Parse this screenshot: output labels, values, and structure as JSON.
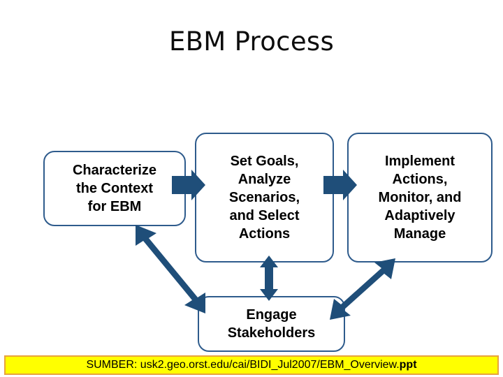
{
  "slide": {
    "title": "EBM Process",
    "background_color": "#ffffff"
  },
  "theme": {
    "box_border_color": "#2e5b8c",
    "arrow_color": "#1f4e79",
    "box_fill_color": "#ffffff",
    "text_color": "#000000",
    "footer_background_color": "#ffff00",
    "footer_border_color": "#e8a33d"
  },
  "diagram": {
    "type": "process-flow",
    "boxes": [
      {
        "id": "characterize",
        "label": "Characterize\nthe Context\nfor EBM"
      },
      {
        "id": "setgoals",
        "label": "Set Goals,\nAnalyze\nScenarios,\nand Select\nActions"
      },
      {
        "id": "implement",
        "label": "Implement\nActions,\nMonitor, and\nAdaptively\nManage"
      },
      {
        "id": "engage",
        "label": "Engage\nStakeholders"
      }
    ],
    "connectors": [
      {
        "id": "characterize-to-setgoals",
        "from": "characterize",
        "to": "setgoals",
        "direction": "one-way",
        "orientation": "horizontal"
      },
      {
        "id": "setgoals-to-implement",
        "from": "setgoals",
        "to": "implement",
        "direction": "one-way",
        "orientation": "horizontal"
      },
      {
        "id": "characterize-engage",
        "from": "characterize",
        "to": "engage",
        "direction": "two-way",
        "orientation": "diagonal-down-right"
      },
      {
        "id": "setgoals-engage",
        "from": "setgoals",
        "to": "engage",
        "direction": "two-way",
        "orientation": "vertical"
      },
      {
        "id": "implement-engage",
        "from": "implement",
        "to": "engage",
        "direction": "two-way",
        "orientation": "diagonal-down-left"
      }
    ]
  },
  "footer": {
    "source_prefix": "SUMBER: usk2.geo.orst.edu/cai/BIDI_Jul2007/EBM_Overview.",
    "source_extension": "ppt"
  }
}
